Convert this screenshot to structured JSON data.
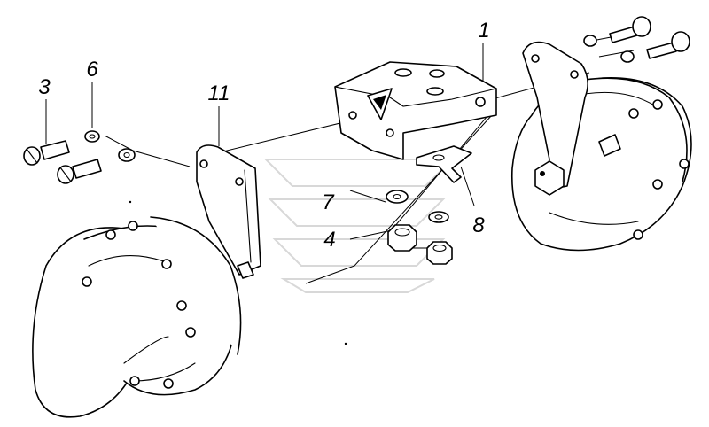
{
  "callouts": {
    "c1": "1",
    "c3": "3",
    "c4": "4",
    "c6": "6",
    "c7": "7",
    "c8": "8",
    "c11": "11"
  },
  "colors": {
    "line": "#000000",
    "background": "#ffffff",
    "watermark": "#d8d8d8"
  },
  "icons": {
    "watermark": "watermark-logo"
  }
}
